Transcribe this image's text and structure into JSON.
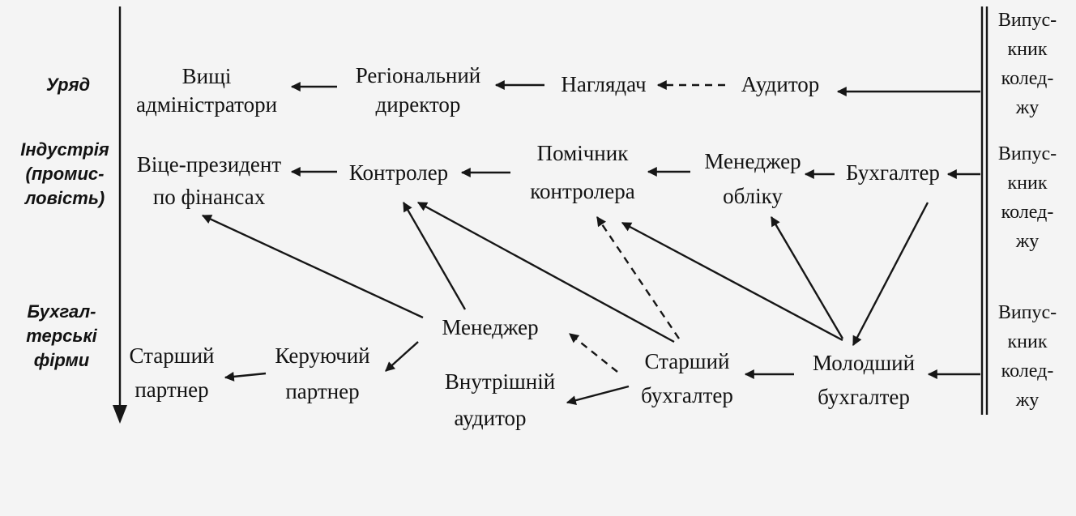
{
  "sectors": {
    "government": [
      "Уряд"
    ],
    "industry": [
      "Індустрія",
      "(промис-",
      "ловість)"
    ],
    "firms": [
      "Бухгал-",
      "терські",
      "фірми"
    ]
  },
  "graduate_label": [
    "Випус-",
    "кник",
    "колед-",
    "жу"
  ],
  "nodes": {
    "top_admins": [
      "Вищі",
      "адміністратори"
    ],
    "regional_director": [
      "Регіональний",
      "директор"
    ],
    "supervisor": [
      "Наглядач"
    ],
    "auditor": [
      "Аудитор"
    ],
    "vp_finance": [
      "Віце-президент",
      "по фінансах"
    ],
    "controller": [
      "Контролер"
    ],
    "asst_controller": [
      "Помічник",
      "контролера"
    ],
    "acct_manager": [
      "Менеджер",
      "обліку"
    ],
    "accountant": [
      "Бухгалтер"
    ],
    "senior_partner": [
      "Старший",
      "партнер"
    ],
    "managing_partner": [
      "Керуючий",
      "партнер"
    ],
    "manager": [
      "Менеджер"
    ],
    "internal_auditor": [
      "Внутрішній",
      "аудитор"
    ],
    "senior_accountant": [
      "Старший",
      "бухгалтер"
    ],
    "junior_accountant": [
      "Молодший",
      "бухгалтер"
    ]
  },
  "links": [
    {
      "from": "graduate_gov",
      "to": "auditor",
      "style": "solid"
    },
    {
      "from": "auditor",
      "to": "supervisor",
      "style": "dashed"
    },
    {
      "from": "supervisor",
      "to": "regional_director",
      "style": "solid"
    },
    {
      "from": "regional_director",
      "to": "top_admins",
      "style": "solid"
    },
    {
      "from": "graduate_industry",
      "to": "accountant",
      "style": "solid"
    },
    {
      "from": "accountant",
      "to": "acct_manager",
      "style": "solid"
    },
    {
      "from": "acct_manager",
      "to": "asst_controller",
      "style": "solid"
    },
    {
      "from": "asst_controller",
      "to": "controller",
      "style": "solid"
    },
    {
      "from": "controller",
      "to": "vp_finance",
      "style": "solid"
    },
    {
      "from": "graduate_firms",
      "to": "junior_accountant",
      "style": "solid"
    },
    {
      "from": "junior_accountant",
      "to": "senior_accountant",
      "style": "solid"
    },
    {
      "from": "senior_accountant",
      "to": "internal_auditor",
      "style": "solid"
    },
    {
      "from": "senior_accountant",
      "to": "manager",
      "style": "dashed"
    },
    {
      "from": "manager",
      "to": "managing_partner",
      "style": "solid"
    },
    {
      "from": "managing_partner",
      "to": "senior_partner",
      "style": "solid"
    },
    {
      "from": "accountant",
      "to": "junior_accountant",
      "style": "solid"
    },
    {
      "from": "junior_accountant",
      "to": "acct_manager",
      "style": "solid"
    },
    {
      "from": "junior_accountant",
      "to": "asst_controller",
      "style": "solid"
    },
    {
      "from": "senior_accountant",
      "to": "asst_controller",
      "style": "dashed"
    },
    {
      "from": "senior_accountant",
      "to": "controller",
      "style": "solid"
    },
    {
      "from": "manager",
      "to": "controller",
      "style": "solid"
    },
    {
      "from": "manager",
      "to": "vp_finance",
      "style": "solid"
    }
  ]
}
